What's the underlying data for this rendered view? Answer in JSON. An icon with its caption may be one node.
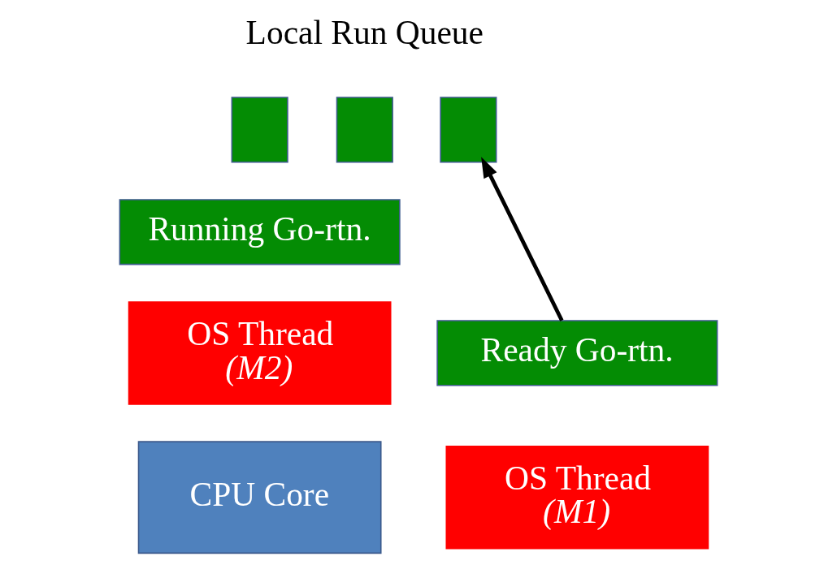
{
  "diagram": {
    "nodes": [
      {
        "text": [],
        "shape": "box"
      },
      {
        "text": [],
        "shape": "box"
      },
      {
        "text": [],
        "shape": "box"
      },
      {
        "text": [
          "Running Go-rtn."
        ]
      },
      {
        "text": [
          "OS Thread",
          "(M2)"
        ]
      },
      {
        "text": [
          "CPU Core"
        ]
      },
      {
        "text": [
          "Ready Go-rtn."
        ]
      },
      {
        "text": [
          "OS Thread",
          "(M1)"
        ]
      }
    ],
    "edges": [
      {
        "from": 6,
        "to": 2,
        "arrow": "to"
      }
    ],
    "labels": [
      "Local Run Queue"
    ]
  }
}
